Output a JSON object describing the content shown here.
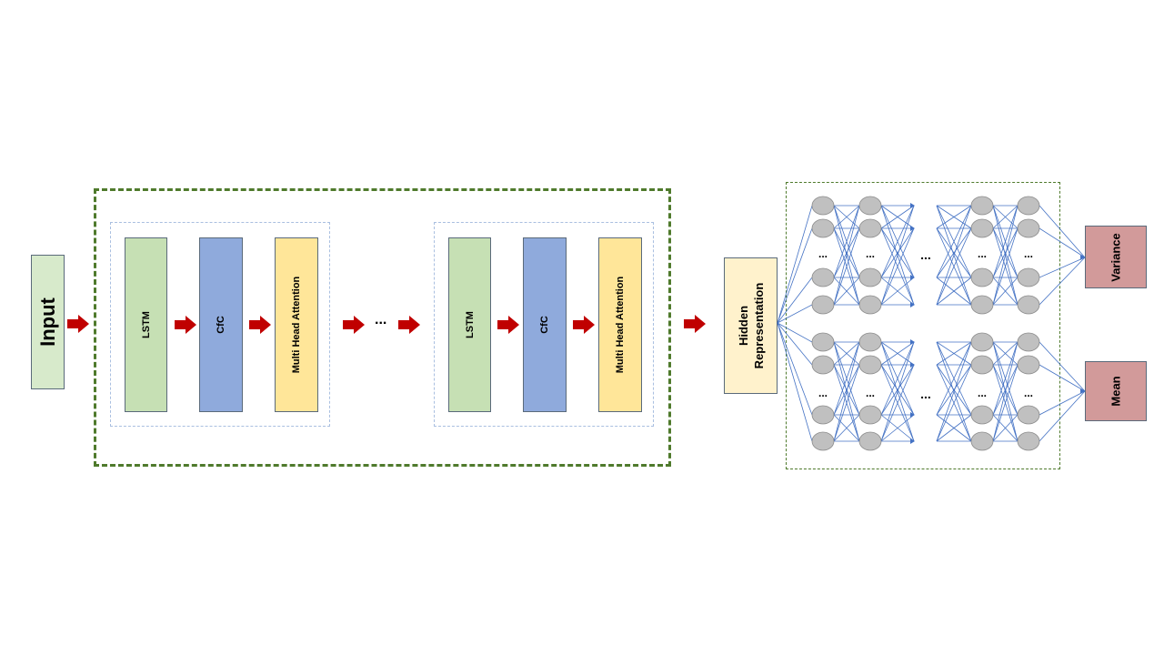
{
  "input_label": "Input",
  "blocks": [
    {
      "lstm": "LSTM",
      "cfc": "CfC",
      "attention": "Multi Head Attention"
    },
    {
      "lstm": "LSTM",
      "cfc": "CfC",
      "attention": "Multi Head Attention"
    }
  ],
  "ellipsis": "...",
  "hidden_line1": "Hidden",
  "hidden_line2": "Representation",
  "outputs": {
    "variance": "Variance",
    "mean": "Mean"
  },
  "colors": {
    "input": "#d7eacb",
    "lstm": "#c6e0b4",
    "cfc": "#8faadc",
    "attention": "#ffe699",
    "hidden": "#fff2cc",
    "output": "#d29a9a",
    "arrow": "#c00000",
    "frame": "#4f7a2c",
    "node": "#c0c0c0",
    "edge": "#4472c4"
  }
}
